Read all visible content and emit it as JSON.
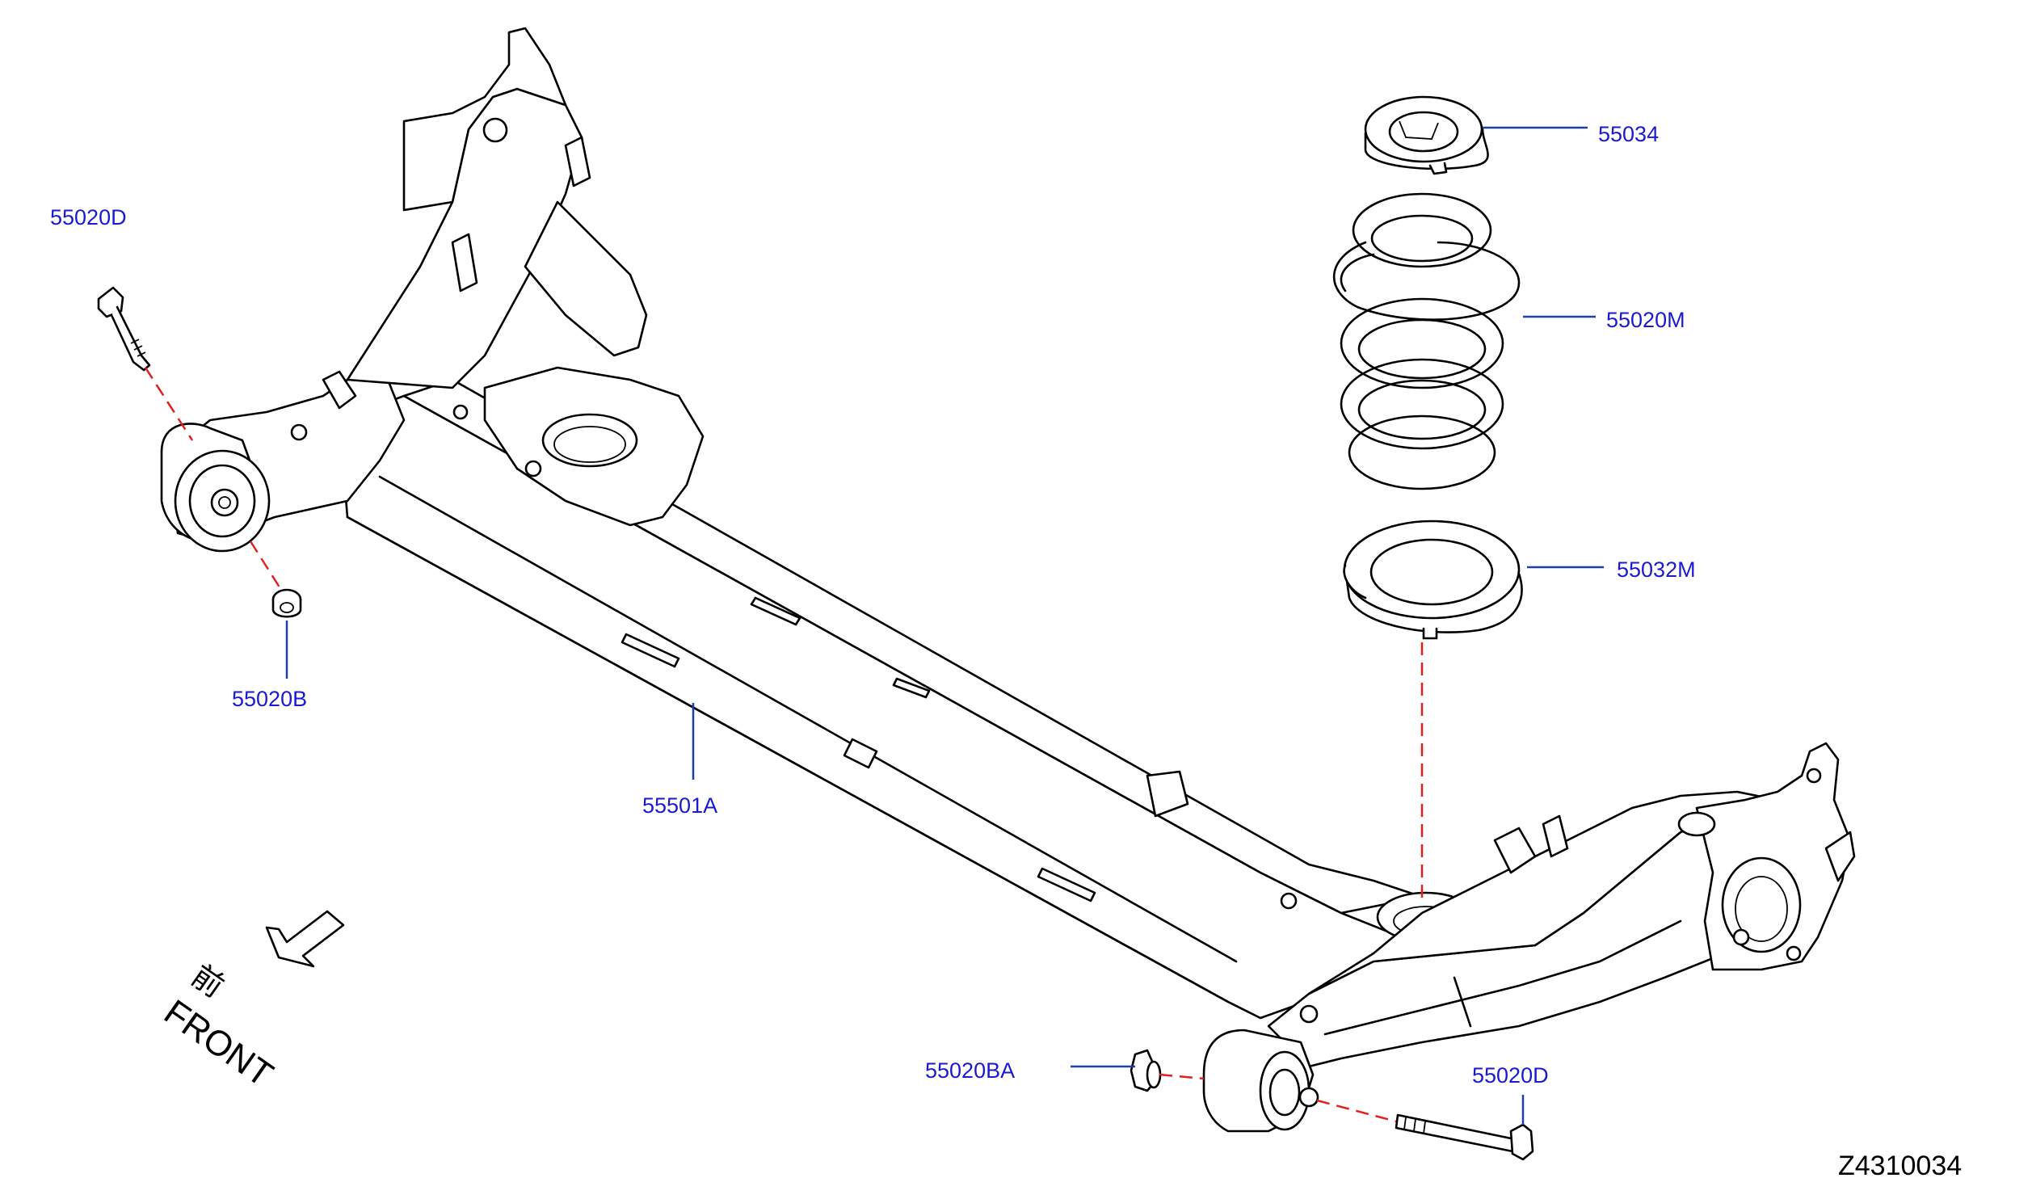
{
  "parts": {
    "spring_upper_seat": "55034",
    "coil_spring": "55020M",
    "spring_lower_seat": "55032M",
    "bolt_left": "55020D",
    "nut_left": "55020B",
    "beam_axle": "55501A",
    "nut_right": "55020BA",
    "bolt_right": "55020D"
  },
  "direction": {
    "kanji": "前",
    "label": "FRONT"
  },
  "diagram_code": "Z4310034",
  "colors": {
    "part_label": "#1a1ad0",
    "leader_line": "#1f3fa8",
    "dashed_line": "#e02020",
    "ink": "#000000"
  }
}
